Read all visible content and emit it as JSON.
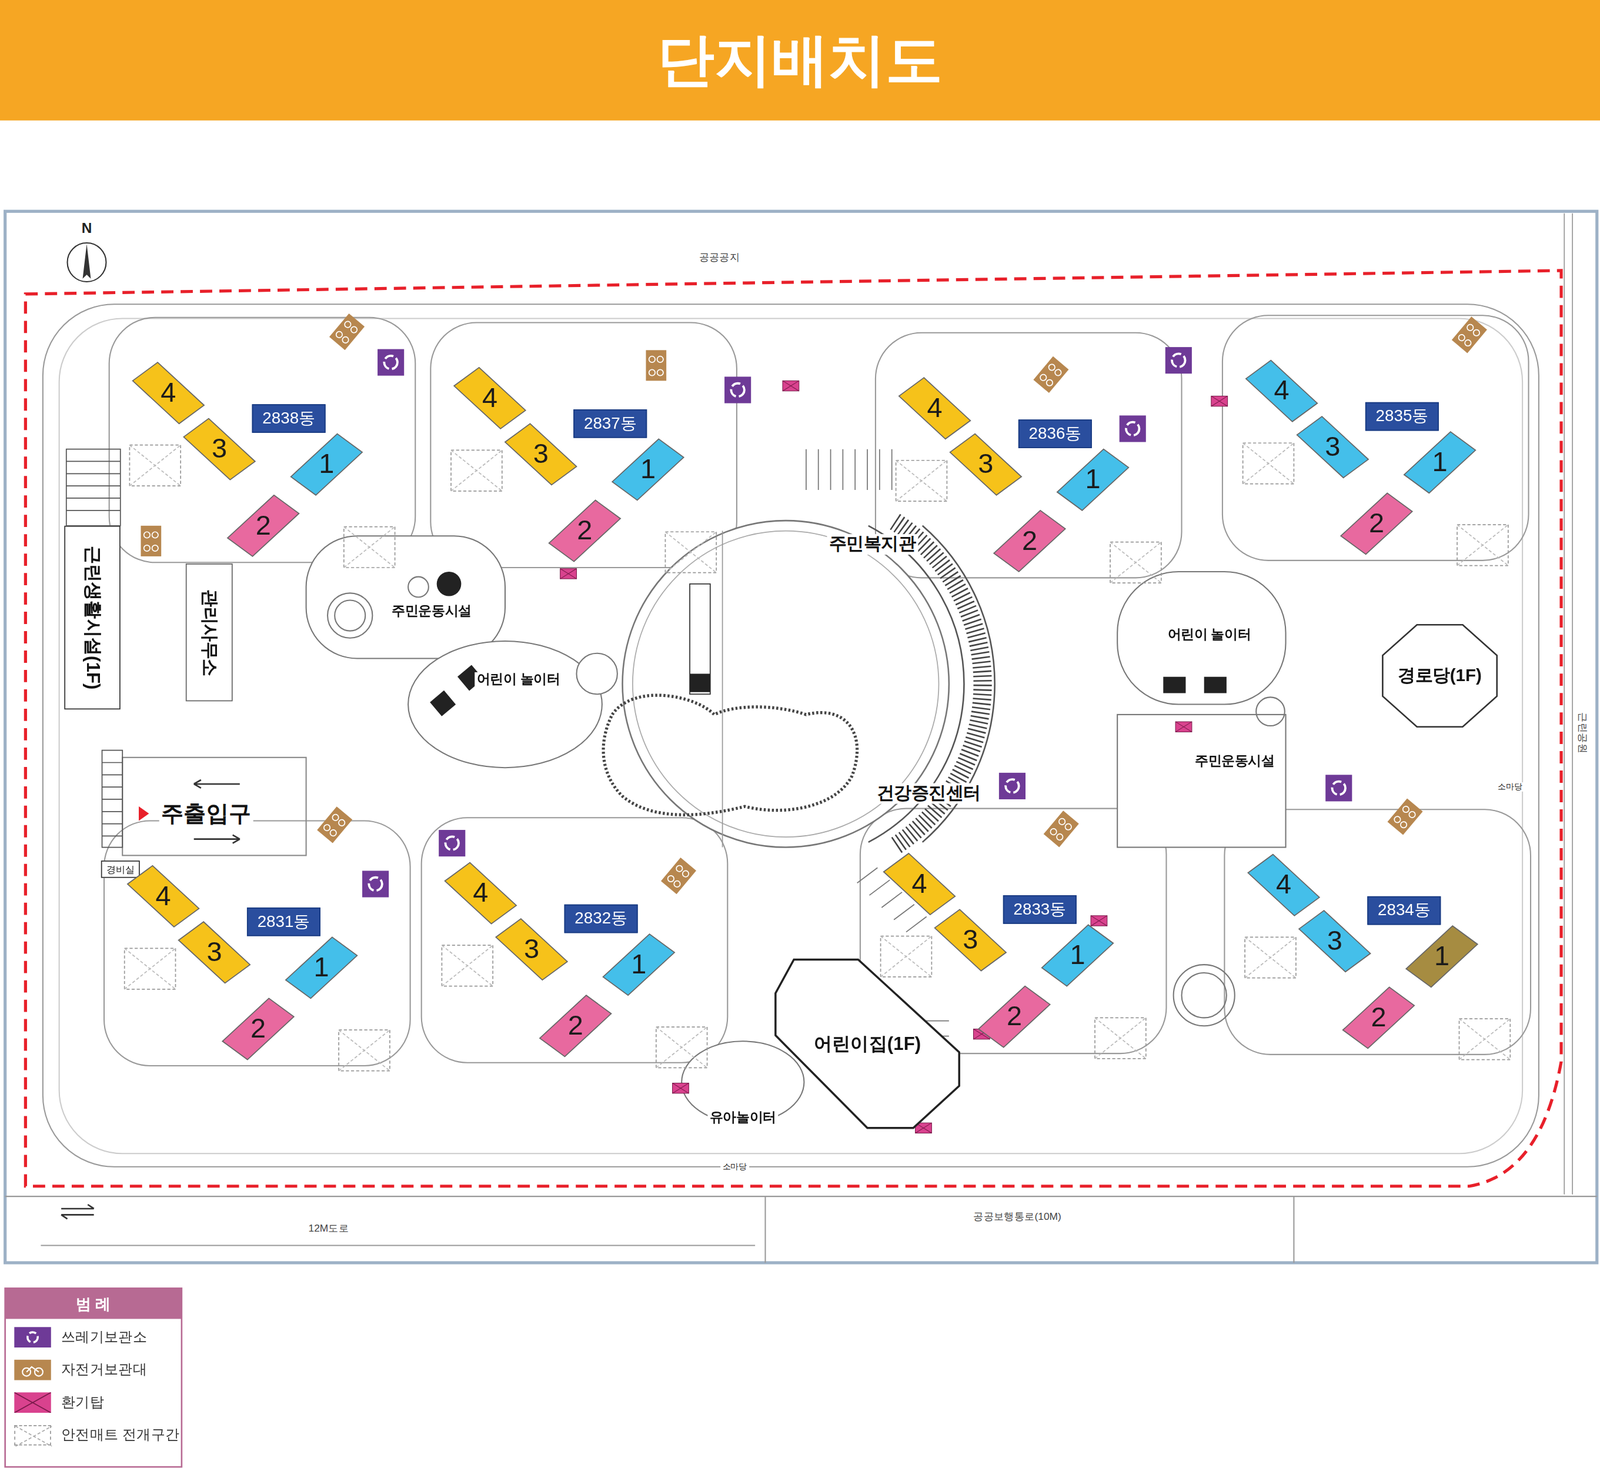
{
  "diagram": {
    "title": "단지배치도",
    "nodes": [
      {
        "text": [
          "2838동"
        ]
      },
      {
        "text": [
          "4"
        ]
      },
      {
        "text": [
          "3"
        ]
      },
      {
        "text": [
          "1"
        ]
      },
      {
        "text": [
          "2"
        ]
      },
      {
        "text": [
          "2837동"
        ]
      },
      {
        "text": [
          "4"
        ]
      },
      {
        "text": [
          "3"
        ]
      },
      {
        "text": [
          "1"
        ]
      },
      {
        "text": [
          "2"
        ]
      },
      {
        "text": [
          "2836동"
        ]
      },
      {
        "text": [
          "4"
        ]
      },
      {
        "text": [
          "3"
        ]
      },
      {
        "text": [
          "1"
        ]
      },
      {
        "text": [
          "2"
        ]
      },
      {
        "text": [
          "2835동"
        ]
      },
      {
        "text": [
          "4"
        ]
      },
      {
        "text": [
          "3"
        ]
      },
      {
        "text": [
          "1"
        ]
      },
      {
        "text": [
          "2"
        ]
      },
      {
        "text": [
          "근린생활시설(1F)"
        ]
      },
      {
        "text": [
          "관리사무소"
        ]
      },
      {
        "text": [
          "경로당(1F)"
        ]
      },
      {
        "text": [
          "경비실"
        ]
      },
      {
        "text": [
          "2831동"
        ]
      },
      {
        "text": [
          "4"
        ]
      },
      {
        "text": [
          "3"
        ]
      },
      {
        "text": [
          "1"
        ]
      },
      {
        "text": [
          "2"
        ]
      },
      {
        "text": [
          "2832동"
        ]
      },
      {
        "text": [
          "4"
        ]
      },
      {
        "text": [
          "3"
        ]
      },
      {
        "text": [
          "1"
        ]
      },
      {
        "text": [
          "2"
        ]
      },
      {
        "text": [
          "2833동"
        ]
      },
      {
        "text": [
          "4"
        ]
      },
      {
        "text": [
          "3"
        ]
      },
      {
        "text": [
          "1"
        ]
      },
      {
        "text": [
          "2"
        ]
      },
      {
        "text": [
          "2834동"
        ]
      },
      {
        "text": [
          "4"
        ]
      },
      {
        "text": [
          "3"
        ]
      },
      {
        "text": [
          "1"
        ]
      },
      {
        "text": [
          "2"
        ]
      },
      {
        "text": [
          "어린이집(1F)"
        ]
      },
      {
        "text": [
          "범 례"
        ]
      }
    ],
    "labels": [
      "N",
      "공공공지",
      "주출입구",
      "주민복지관",
      "주민운동시설",
      "어린이 놀이터",
      "주민운동시설",
      "어린이 놀이터",
      "건강증진센터",
      "유아놀이터",
      "소마당",
      "소마당",
      "근린공원",
      "12M도로",
      "공공보행통로(10M)"
    ],
    "legend": [
      {
        "text": "쓰레기보관소",
        "color": "#6E3A97"
      },
      {
        "text": "자전거보관대",
        "color": "#B7874F"
      },
      {
        "text": "환기탑",
        "color": "#D9428E"
      },
      {
        "text": "안전매트 전개구간"
      }
    ]
  }
}
